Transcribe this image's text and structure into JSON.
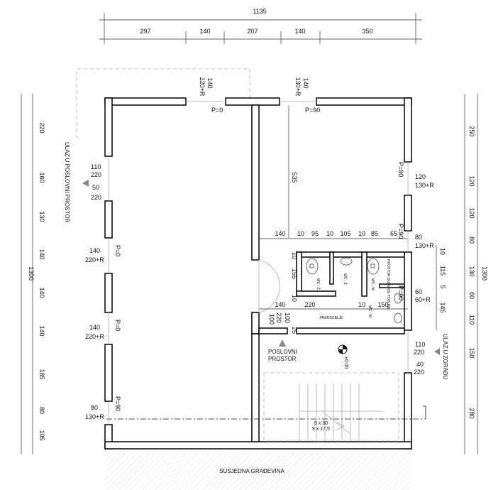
{
  "top_dims": {
    "total": "1135",
    "segments": [
      "297",
      "140",
      "207",
      "140",
      "350"
    ]
  },
  "left_dims": {
    "total": "1300",
    "segments": [
      "220",
      "160",
      "130",
      "140",
      "140",
      "140",
      "185",
      "80",
      "105"
    ]
  },
  "right_dims": {
    "total": "1300",
    "segments": [
      "250",
      "120",
      "120",
      "80",
      "130",
      "60",
      "110",
      "150",
      "280"
    ]
  },
  "inner_right_dims": [
    "10",
    "115",
    "5",
    "145"
  ],
  "openings": {
    "top_left": {
      "w": "140",
      "h": "220+R",
      "sill": "P=0"
    },
    "top_right": {
      "w": "140",
      "h": "130+R",
      "sill": "P=90"
    },
    "left_entry": {
      "w1": "110",
      "h1": "220",
      "w2": "50",
      "h2": "220"
    },
    "left_win1": {
      "w": "140",
      "h": "220+R",
      "sill": "P=0"
    },
    "left_win2": {
      "w": "140",
      "h": "220+R",
      "sill": "P=0"
    },
    "left_win3": {
      "w": "80",
      "h": "130+R",
      "sill": "P=90"
    },
    "right_win1": {
      "w": "120",
      "h": "130+R",
      "sill": "P=90"
    },
    "right_win2": {
      "w": "80",
      "h": "130+R",
      "sill": "P=90"
    },
    "right_win3": {
      "w": "60",
      "h": "60+R",
      "sill": "P=90"
    },
    "right_entry": {
      "w1": "110",
      "h1": "220",
      "w2": "40",
      "h2": "220"
    },
    "office_door": {
      "w": "100",
      "h": "220"
    }
  },
  "interior_dims": {
    "height_535": "535",
    "row": [
      "140",
      "10",
      "95",
      "10",
      "105",
      "10",
      "85",
      "65"
    ],
    "wc_height": "155",
    "wc_top": "10",
    "wc_bottom": "10",
    "hall_w": "220",
    "hall_wall": "10",
    "hall_w2": "150",
    "hall_left": "140",
    "hall_h": "100",
    "hall_bottom": "25"
  },
  "rooms": {
    "wc_z": "WC - Ž.",
    "wc_z2": "WC - Ž.",
    "wc_m": "WC - M.",
    "wc_m2": "WC - M.",
    "heat": "PROSTOR DIZALICE TOPLINE",
    "hall": "PREDSOBLJE",
    "office": [
      "POSLOVNI",
      "PROSTOR"
    ],
    "entry_office": "ULAZ U POSLOVNI PROSTOR",
    "entry_building": "ULAZ U ZGRADU",
    "neighbour": "SUSJEDNA GRAĐEVINA"
  },
  "level": "±0.00",
  "stairs": {
    "tread": "8 x 30",
    "riser": "9 x 17,5"
  }
}
